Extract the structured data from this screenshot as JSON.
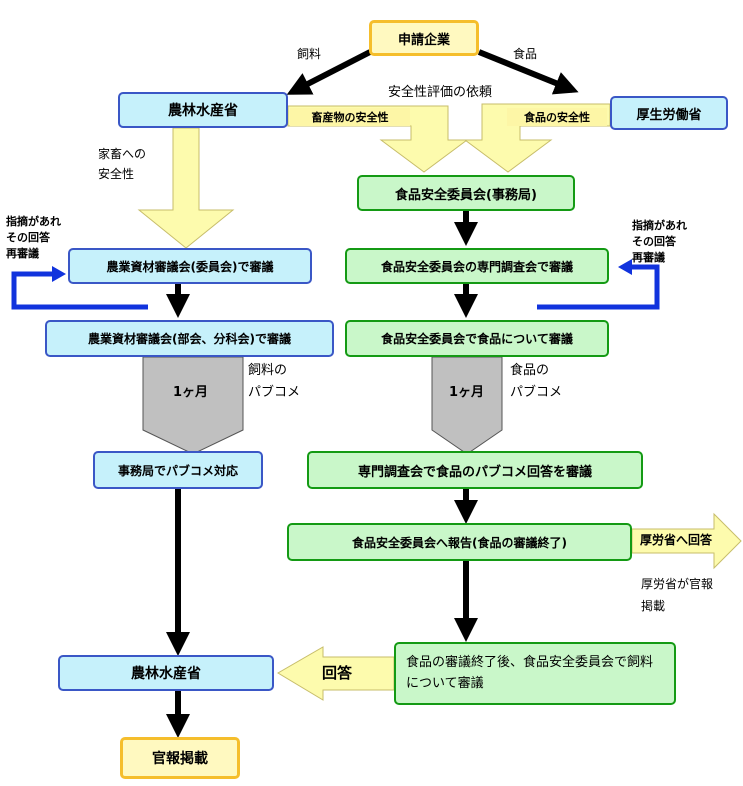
{
  "nodes": {
    "applicant": "申請企業",
    "maff_top": "農林水産省",
    "mhlw": "厚生労働省",
    "fsc_secretariat": "食品安全委員会(事務局)",
    "agri_council_committee": "農業資材審議会(委員会)で審議",
    "fsc_expert": "食品安全委員会の専門調査会で審議",
    "agri_council_section": "農業資材審議会(部会、分科会)で審議",
    "fsc_food": "食品安全委員会で食品について審議",
    "secretariat_pubcomment": "事務局でパブコメ対応",
    "expert_pubcomment": "専門調査会で食品のパブコメ回答を審議",
    "report_to_fsc": "食品安全委員会へ報告(食品の審議終了)",
    "maff_bottom": "農林水産省",
    "after_food": "食品の審議終了後、食品安全委員会で飼料について審議",
    "gazette": "官報掲載"
  },
  "labels": {
    "feed": "飼料",
    "food": "食品",
    "safety_request": "安全性評価の依頼",
    "livestock_product_safety": "畜産物の安全性",
    "food_safety": "食品の安全性",
    "livestock_safety_l1": "家畜への",
    "livestock_safety_l2": "安全性",
    "indication_left_l1": "指摘があれ",
    "indication_left_l2": "その回答",
    "indication_left_l3": "再審議",
    "indication_right_l1": "指摘があれ",
    "indication_right_l2": "その回答",
    "indication_right_l3": "再審議",
    "one_month_left": "1ヶ月",
    "one_month_right": "1ヶ月",
    "feed_pubcomment_l1": "飼料の",
    "feed_pubcomment_l2": "パブコメ",
    "food_pubcomment_l1": "食品の",
    "food_pubcomment_l2": "パブコメ",
    "reply_to_mhlw": "厚労省へ回答",
    "mhlw_gazette_l1": "厚労省が官報",
    "mhlw_gazette_l2": "掲載",
    "answer": "回答"
  },
  "colors": {
    "blue_box_fill": "#c6f1fb",
    "blue_box_border": "#3a57c6",
    "green_box_fill": "#c9f7c9",
    "green_box_border": "#149a14",
    "yellow_arrow": "#fdfbad",
    "yellow_arrow_border": "#c7bd6a",
    "gray_arrow": "#c0c0c0",
    "loop_blue": "#1133dd",
    "gazette_border": "#f5be2c"
  }
}
